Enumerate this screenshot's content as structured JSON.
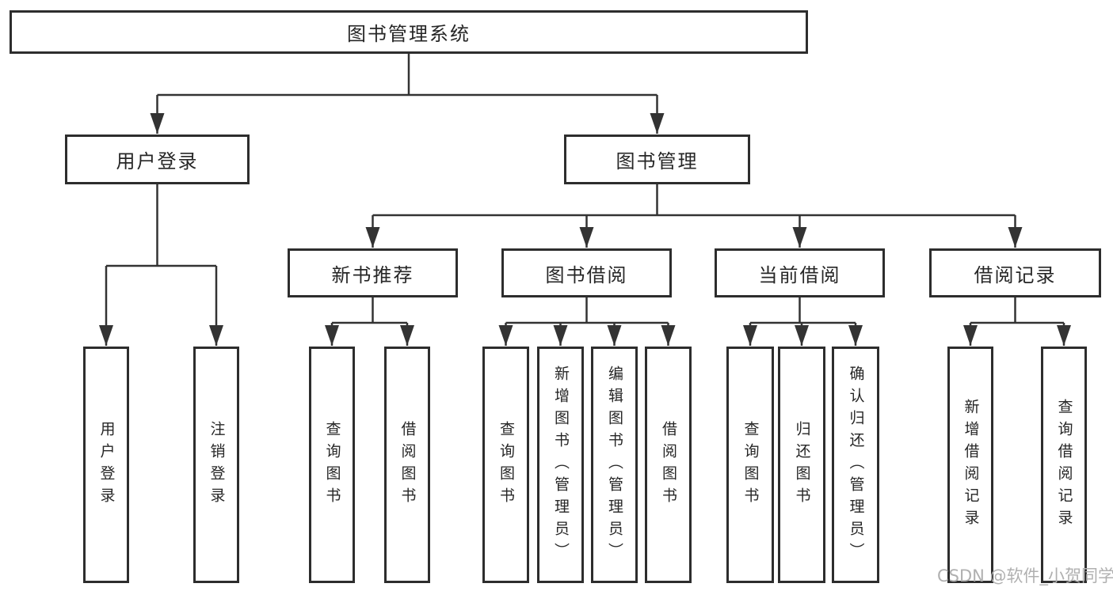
{
  "tree": {
    "root": {
      "label": "图书管理系统"
    },
    "level2": [
      {
        "label": "用户登录",
        "children": [
          {
            "label": "用户登录"
          },
          {
            "label": "注销登录"
          }
        ]
      },
      {
        "label": "图书管理",
        "children": [
          {
            "label": "新书推荐",
            "children": [
              {
                "label": "查询图书"
              },
              {
                "label": "借阅图书"
              }
            ]
          },
          {
            "label": "图书借阅",
            "children": [
              {
                "label": "查询图书"
              },
              {
                "label": "新增图书（管理员）"
              },
              {
                "label": "编辑图书（管理员）"
              },
              {
                "label": "借阅图书"
              }
            ]
          },
          {
            "label": "当前借阅",
            "children": [
              {
                "label": "查询图书"
              },
              {
                "label": "归还图书"
              },
              {
                "label": "确认归还（管理员）"
              }
            ]
          },
          {
            "label": "借阅记录",
            "children": [
              {
                "label": "新增借阅记录"
              },
              {
                "label": "查询借阅记录"
              }
            ]
          }
        ]
      }
    ]
  },
  "watermark": {
    "text": "CSDN @软件_小贺同学"
  },
  "colors": {
    "line": "#333333",
    "box_border": "#2d2d2d",
    "text": "#262626",
    "watermark": "#b0b0b0",
    "background": "#ffffff"
  }
}
